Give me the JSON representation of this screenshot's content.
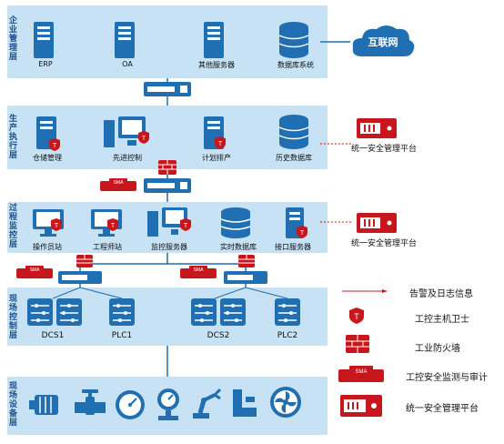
{
  "layers": {
    "enterprise": "企业管理层",
    "production": "生产执行层",
    "process": "过程监控层",
    "field_control": "现场控制层",
    "field_device": "现场设备层"
  },
  "enterprise_nodes": [
    "ERP",
    "OA",
    "其他服务器",
    "数据库系统"
  ],
  "internet": "互联网",
  "production_nodes": [
    "仓储管理",
    "先进控制",
    "计划排产",
    "历史数据库"
  ],
  "process_nodes": [
    "操作员站",
    "工程师站",
    "监控服务器",
    "实时数据库",
    "接口服务器"
  ],
  "field_nodes": [
    "DCS1",
    "PLC1",
    "DCS2",
    "PLC2"
  ],
  "mgmt_platform": [
    "统一安全管理平台",
    "统一安全管理平台"
  ],
  "sma_tag": "SMA",
  "legend": {
    "alarm": "告警及日志信息",
    "host_guard": "工控主机卫士",
    "firewall": "工业防火墙",
    "monitor": "工控安全监测与审计",
    "platform": "统一安全管理平台"
  },
  "colors": {
    "band": "#c6e2f4",
    "blue": "#1f6fb2",
    "red": "#c8161d"
  }
}
